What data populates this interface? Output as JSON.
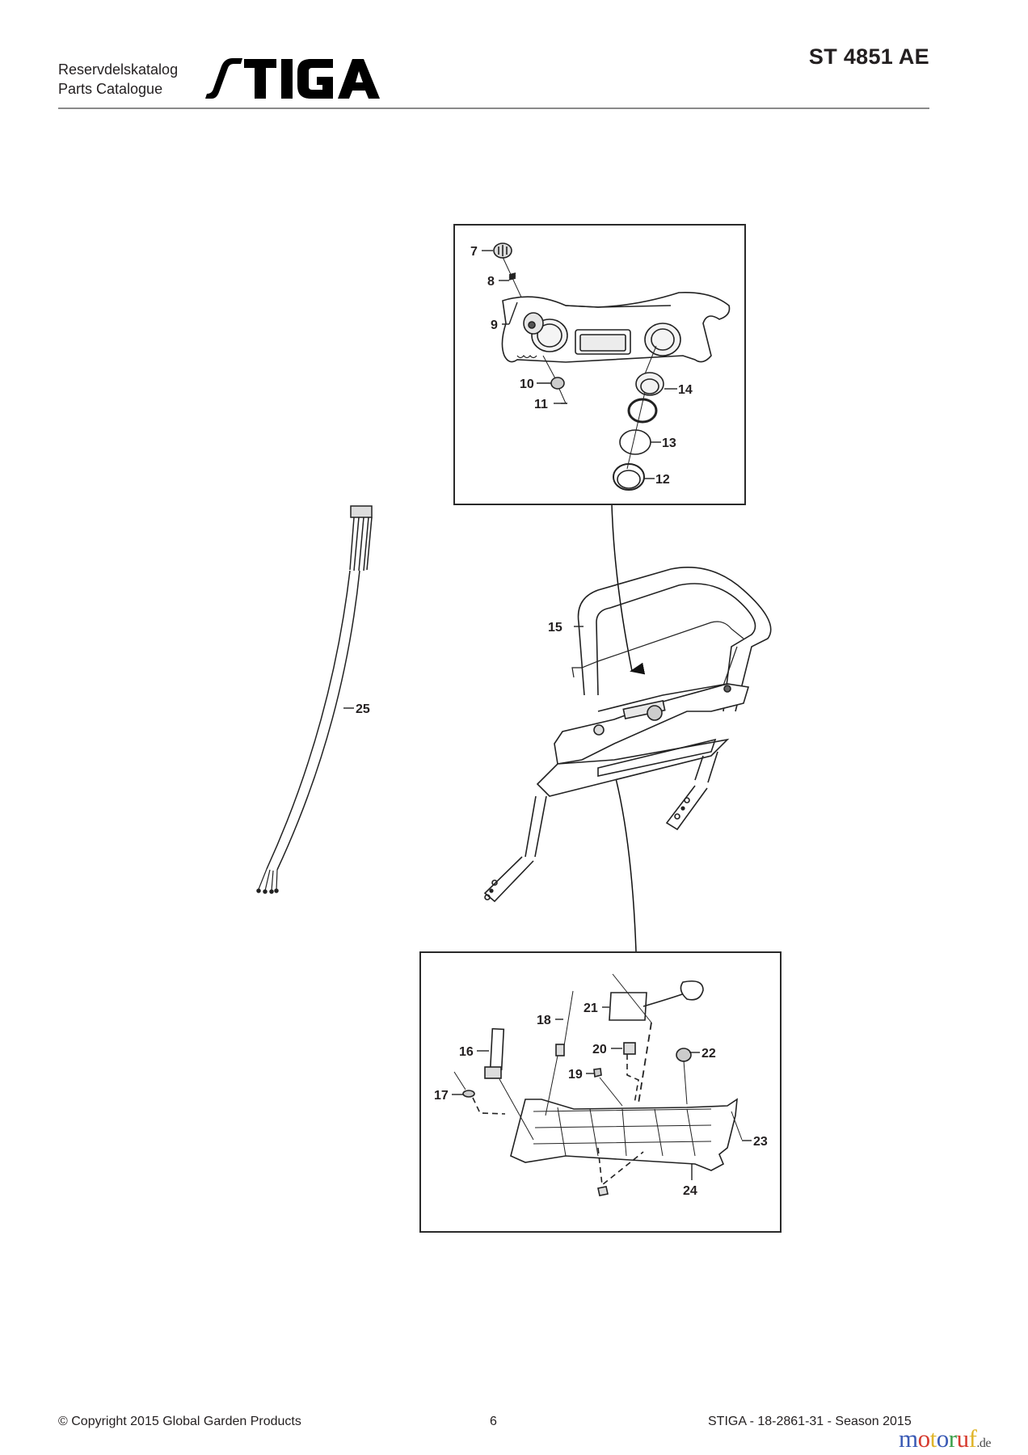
{
  "header": {
    "catalog_line1": "Reservdelskatalog",
    "catalog_line2": "Parts Catalogue",
    "brand_logo": "STIGA",
    "model_title": "ST 4851 AE"
  },
  "diagram": {
    "top_box": {
      "callouts": [
        "7",
        "8",
        "9",
        "10",
        "11",
        "12",
        "13",
        "14"
      ]
    },
    "handle": {
      "callouts": [
        "15"
      ]
    },
    "cable": {
      "callouts": [
        "25"
      ]
    },
    "bottom_box": {
      "callouts": [
        "16",
        "17",
        "18",
        "19",
        "20",
        "21",
        "22",
        "23",
        "24"
      ]
    }
  },
  "footer": {
    "copyright": "© Copyright 2015 Global Garden Products",
    "page_number": "6",
    "doc_id": "STIGA - 18-2861-31 - Season 2015",
    "watermark": {
      "letters": [
        "m",
        "o",
        "t",
        "o",
        "r",
        "u",
        "f"
      ],
      "colors": [
        "#3b5bb5",
        "#d63b2f",
        "#e0b52a",
        "#3b5bb5",
        "#3aa04a",
        "#d63b2f",
        "#e0b52a"
      ],
      "suffix": ".de"
    }
  }
}
